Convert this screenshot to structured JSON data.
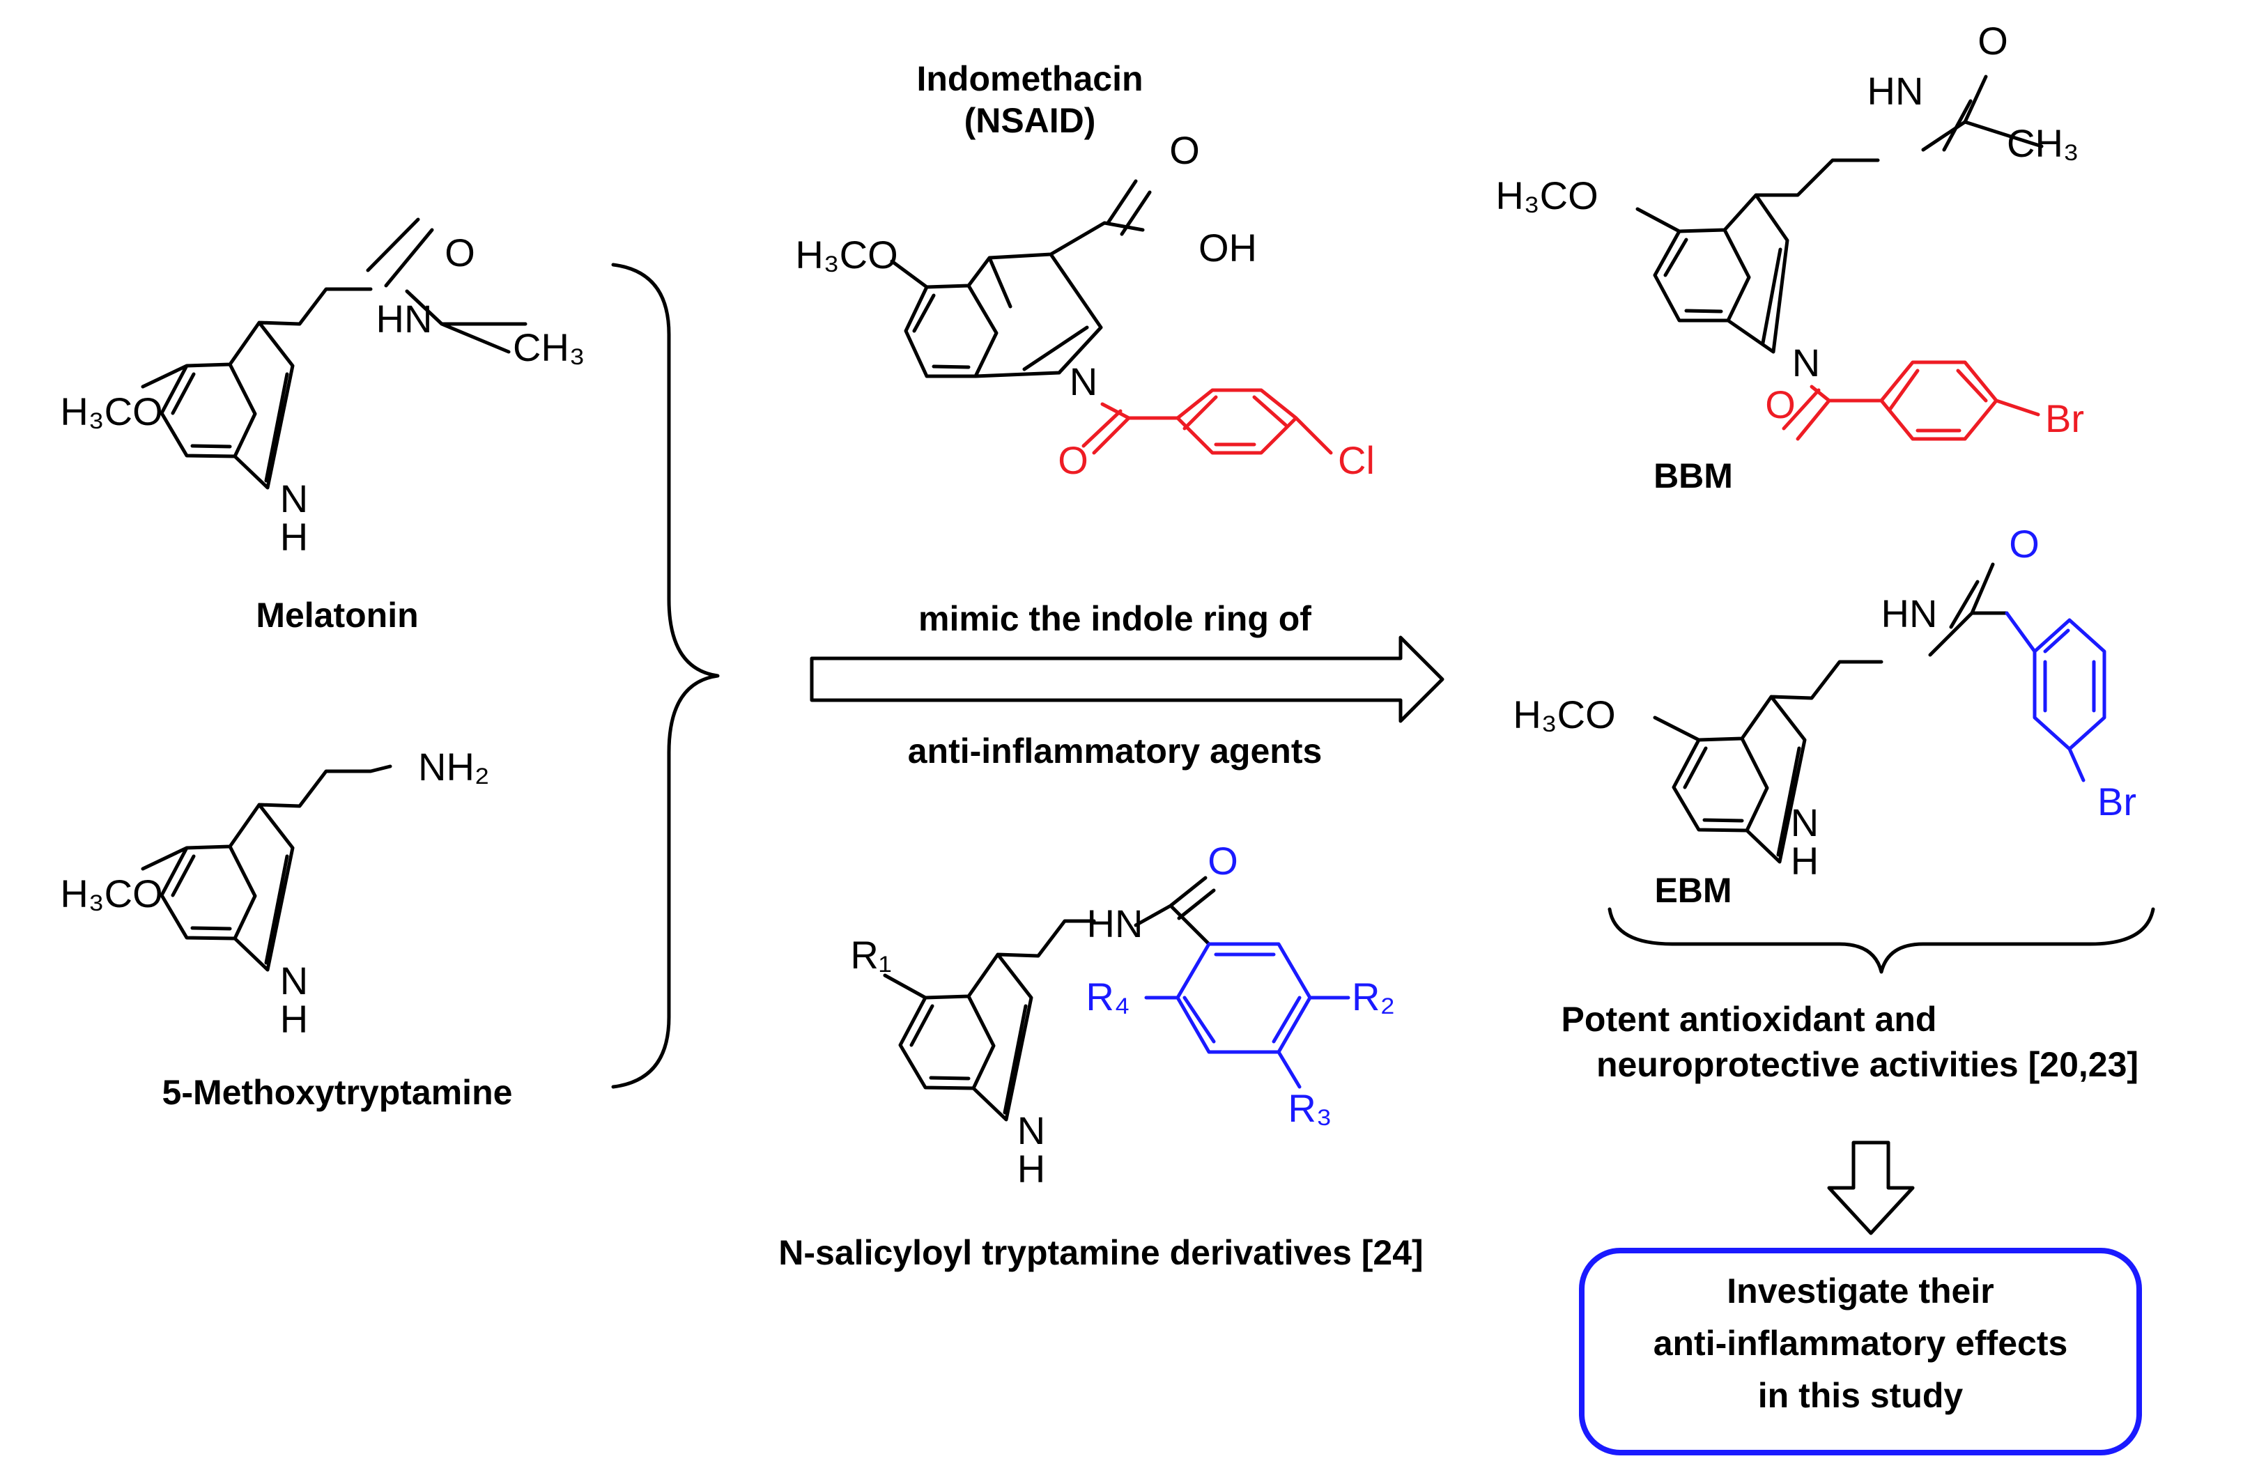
{
  "molecules": {
    "melatonin": {
      "name": "Melatonin",
      "labels": {
        "methoxy": "H₃CO",
        "nh_chain": "HN",
        "carbonyl_o": "O",
        "methyl": "CH₃",
        "ring_n": "N",
        "ring_h": "H"
      }
    },
    "methoxytryptamine": {
      "name": "5-Methoxytryptamine",
      "labels": {
        "methoxy": "H₃CO",
        "amine": "NH₂",
        "ring_n": "N",
        "ring_h": "H"
      }
    },
    "indomethacin": {
      "name_line1": "Indomethacin",
      "name_line2": "(NSAID)",
      "labels": {
        "methoxy": "H₃CO",
        "acid_o": "O",
        "acid_oh": "OH",
        "ring_n": "N",
        "amide_o": "O",
        "chloro": "Cl"
      }
    },
    "salicyloyl": {
      "name": "N-salicyloyl tryptamine derivatives [24]",
      "labels": {
        "r1": "R₁",
        "nh_chain": "HN",
        "carbonyl_o": "O",
        "r2": "R₂",
        "r3": "R₃",
        "r4": "R₄",
        "ring_n": "N",
        "ring_h": "H"
      }
    },
    "bbm": {
      "name": "BBM",
      "labels": {
        "methoxy": "H₃CO",
        "nh_chain": "HN",
        "carbonyl_o": "O",
        "methyl": "CH₃",
        "ring_n": "N",
        "amide_o": "O",
        "bromo": "Br"
      }
    },
    "ebm": {
      "name": "EBM",
      "labels": {
        "methoxy": "H₃CO",
        "nh_chain": "HN",
        "carbonyl_o": "O",
        "ring_n": "N",
        "ring_h": "H",
        "bromo": "Br"
      }
    }
  },
  "arrow": {
    "label_top": "mimic the indole ring of",
    "label_bottom": "anti-inflammatory agents"
  },
  "conclusion": {
    "line1": "Potent antioxidant and",
    "line2": "neuroprotective activities [20,23]"
  },
  "result_box": {
    "line1": "Investigate their",
    "line2": "anti-inflammatory effects",
    "line3": "in this study"
  },
  "colors": {
    "ink": "#000000",
    "highlight_red": "#ee1c24",
    "highlight_blue": "#1a1aff",
    "box_border": "#1a1aff"
  }
}
